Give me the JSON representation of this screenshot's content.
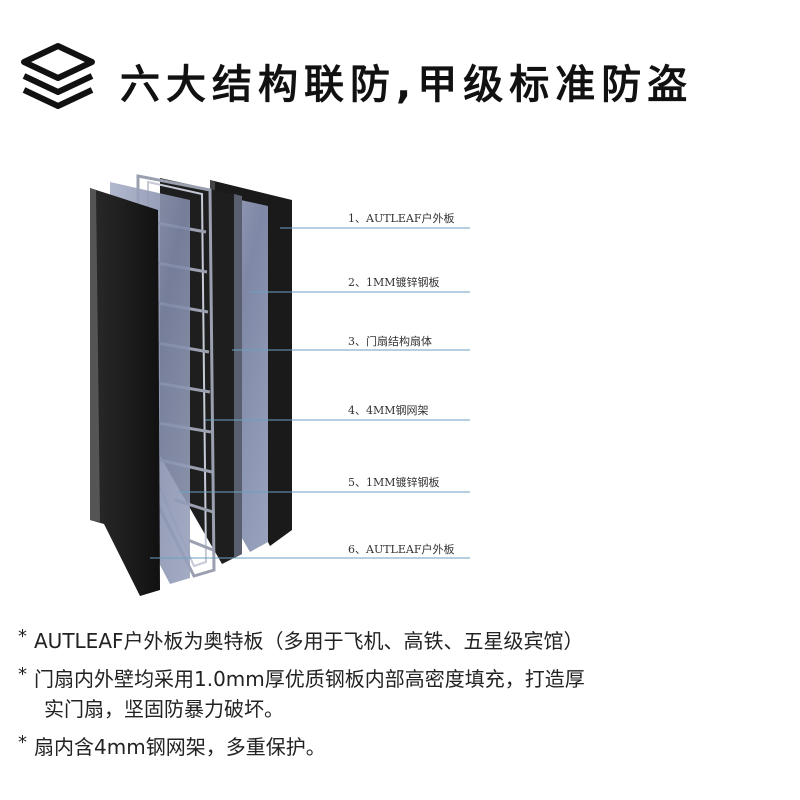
{
  "header": {
    "title": "六大结构联防,甲级标准防盗",
    "icon": "layers-icon"
  },
  "diagram": {
    "layers": [
      {
        "label": "1、AUTLEAF户外板"
      },
      {
        "label": "2、1MM镀锌钢板"
      },
      {
        "label": "3、门扇结构扇体"
      },
      {
        "label": "4、4MM钢网架"
      },
      {
        "label": "5、1MM镀锌钢板"
      },
      {
        "label": "6、AUTLEAF户外板"
      }
    ],
    "colors": {
      "panel_dark": "#1c1c1c",
      "panel_steel": "#8a93ad",
      "frame": "#9aa0b0",
      "leader": "#6aa0c0"
    }
  },
  "notes": {
    "star": "*",
    "n1": "AUTLEAF户外板为奥特板（多用于飞机、高铁、五星级宾馆）",
    "n2_line1": "门扇内外壁均采用1.0mm厚优质钢板内部高密度填充，打造厚",
    "n2_line2": "实门扇，坚固防暴力破坏。",
    "n3": "扇内含4mm钢网架，多重保护。"
  }
}
